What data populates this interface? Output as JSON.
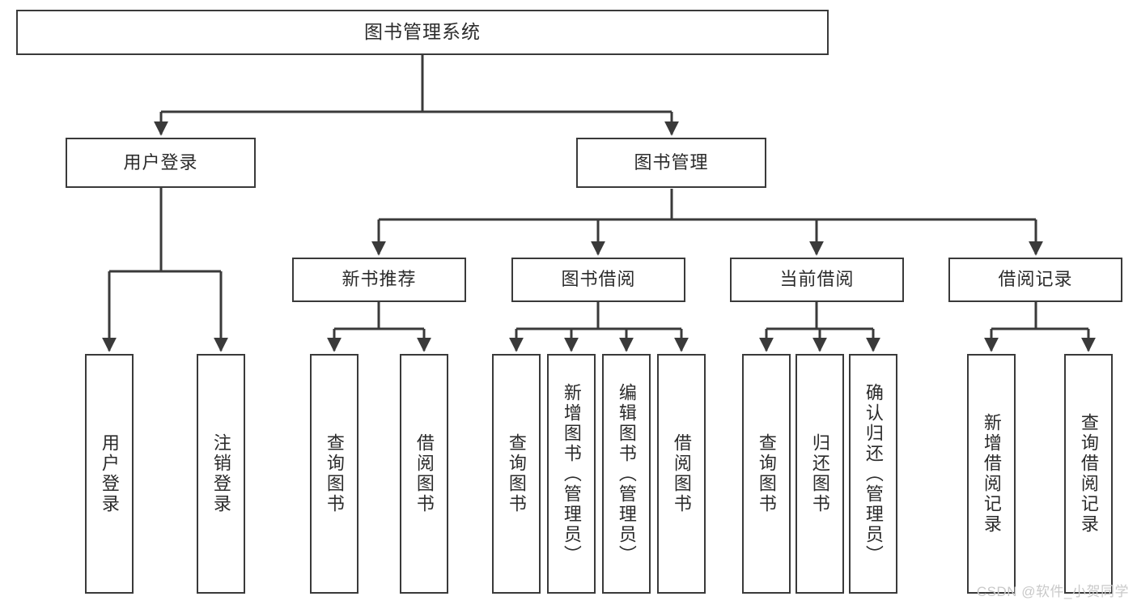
{
  "diagram": {
    "type": "tree",
    "title": "图书管理系统",
    "root": {
      "label": "图书管理系统"
    },
    "level1": [
      {
        "label": "用户登录"
      },
      {
        "label": "图书管理"
      }
    ],
    "level2": [
      {
        "label": "新书推荐"
      },
      {
        "label": "图书借阅"
      },
      {
        "label": "当前借阅"
      },
      {
        "label": "借阅记录"
      }
    ],
    "leaves": {
      "user_login": [
        {
          "label": "用户登录"
        },
        {
          "label": "注销登录"
        }
      ],
      "new_book_recommend": [
        {
          "label": "查询图书"
        },
        {
          "label": "借阅图书"
        }
      ],
      "book_borrow": [
        {
          "label": "查询图书"
        },
        {
          "label": "新增图书（管理员）"
        },
        {
          "label": "编辑图书（管理员）"
        },
        {
          "label": "借阅图书"
        }
      ],
      "current_borrow": [
        {
          "label": "查询图书"
        },
        {
          "label": "归还图书"
        },
        {
          "label": "确认归还（管理员）"
        }
      ],
      "borrow_record": [
        {
          "label": "新增借阅记录"
        },
        {
          "label": "查询借阅记录"
        }
      ]
    }
  },
  "watermark": {
    "text": "CSDN @软件_小贺同学"
  },
  "colors": {
    "border": "#3a3a3a",
    "text": "#2b2b2b",
    "background": "#ffffff",
    "watermark": "#c9c9c9"
  }
}
